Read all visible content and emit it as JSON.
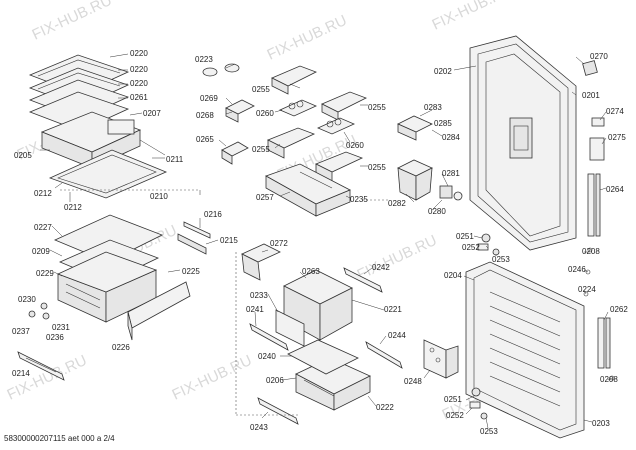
{
  "watermark": "FIX-HUB.RU",
  "footer": "58300000207115 aet 000 a 2/4",
  "labels": {
    "l0220a": "0220",
    "l0220b": "0220",
    "l0220c": "0220",
    "l0261": "0261",
    "l0207": "0207",
    "l0205": "0205",
    "l0211": "0211",
    "l0212a": "0212",
    "l0212b": "0212",
    "l0210": "0210",
    "l0227": "0227",
    "l0209": "0209",
    "l0229": "0229",
    "l0225": "0225",
    "l0216": "0216",
    "l0215": "0215",
    "l0230": "0230",
    "l0237": "0237",
    "l0231": "0231",
    "l0236": "0236",
    "l0226": "0226",
    "l0214": "0214",
    "l0223": "0223",
    "l0255a": "0255",
    "l0255b": "0255",
    "l0255c": "0255",
    "l0255d": "0255",
    "l0269": "0269",
    "l0268": "0268",
    "l0260a": "0260",
    "l0260b": "0260",
    "l0265": "0265",
    "l0257": "0257",
    "l0235": "0235",
    "l0283": "0283",
    "l0285": "0285",
    "l0284": "0284",
    "l0281": "0281",
    "l0282": "0282",
    "l0280": "0280",
    "l0202": "0202",
    "l0270": "0270",
    "l0201": "0201",
    "l0274": "0274",
    "l0275": "0275",
    "l0264": "0264",
    "l0251a": "0251",
    "l0252a": "0252",
    "l0253a": "0253",
    "l0208a": "0208",
    "l0272": "0272",
    "l0263": "0263",
    "l0242": "0242",
    "l0233": "0233",
    "l0221": "0221",
    "l0241": "0241",
    "l0244": "0244",
    "l0240": "0240",
    "l0206": "0206",
    "l0222": "0222",
    "l0243": "0243",
    "l0204": "0204",
    "l0246": "0246",
    "l0224": "0224",
    "l0262": "0262",
    "l0248": "0248",
    "l0208b": "0208",
    "l0251b": "0251",
    "l0252b": "0252",
    "l0253b": "0253",
    "l0203": "0203"
  }
}
